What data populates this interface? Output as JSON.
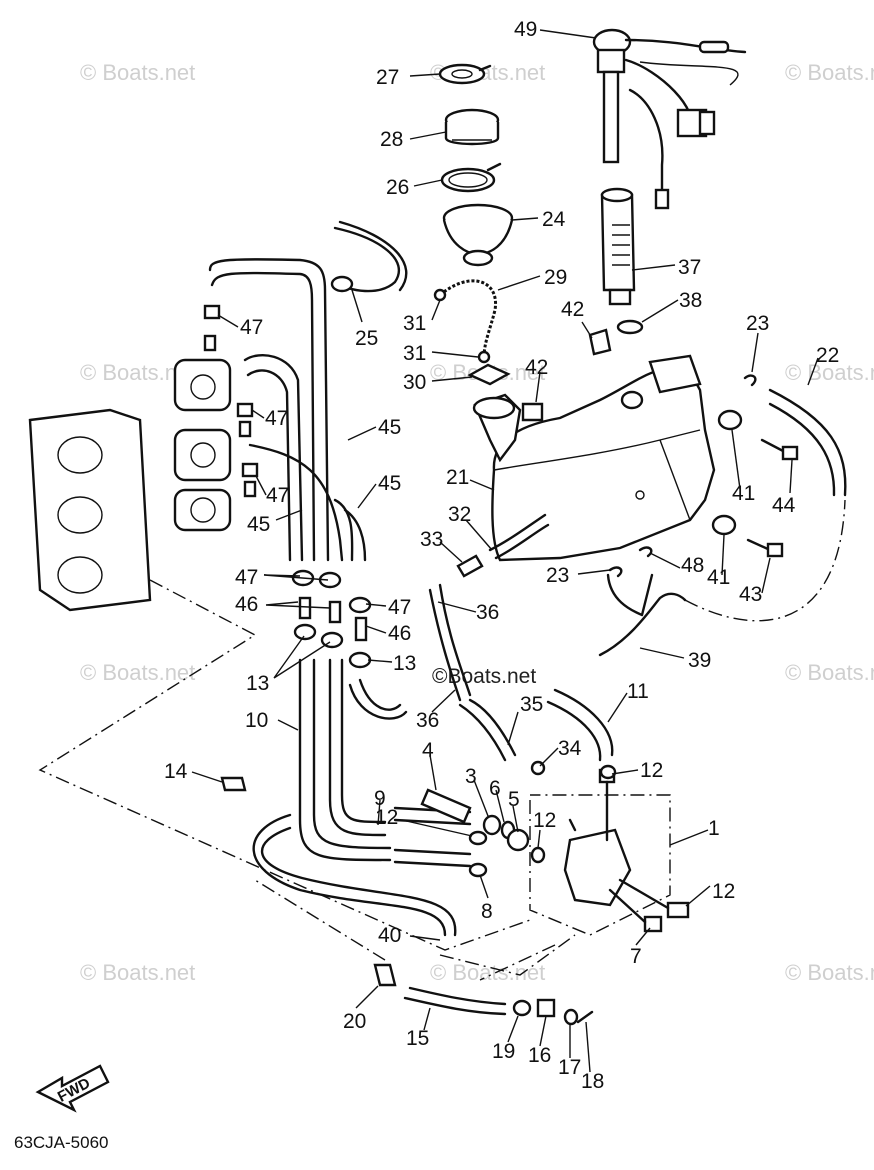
{
  "diagram": {
    "code": "63CJA-5060",
    "direction_label": "FWD",
    "watermark": "© Boats.net",
    "watermark_center": "©Boats.net",
    "labels": [
      "49",
      "27",
      "28",
      "26",
      "24",
      "25",
      "29",
      "37",
      "31",
      "42",
      "38",
      "31",
      "23",
      "22",
      "30",
      "42",
      "47",
      "45",
      "47",
      "21",
      "41",
      "44",
      "45",
      "47",
      "32",
      "33",
      "45",
      "48",
      "41",
      "43",
      "47",
      "36",
      "23",
      "46",
      "47",
      "46",
      "39",
      "13",
      "13",
      "35",
      "11",
      "10",
      "36",
      "4",
      "34",
      "12",
      "14",
      "3",
      "6",
      "5",
      "9",
      "12",
      "12",
      "1",
      "8",
      "12",
      "40",
      "7",
      "20",
      "15",
      "19",
      "16",
      "17",
      "18"
    ]
  }
}
